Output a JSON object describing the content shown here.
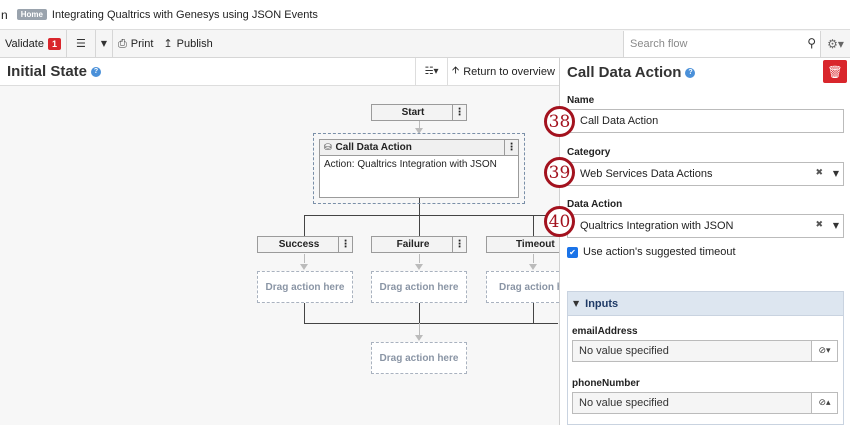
{
  "topbar": {
    "lead": "n",
    "home_badge": "Home",
    "title": "Integrating Qualtrics with Genesys using JSON Events"
  },
  "toolbar": {
    "validate_label": "Validate",
    "validate_count": "1",
    "print_label": "Print",
    "publish_label": "Publish",
    "search_placeholder": "Search flow"
  },
  "left_panel": {
    "title": "Initial State",
    "overview_label": "Return to overview"
  },
  "flow": {
    "start_label": "Start",
    "action_title": "Call Data Action",
    "action_body": "Action: Qualtrics Integration with JSON",
    "branches": [
      "Success",
      "Failure",
      "Timeout"
    ],
    "drop_label": "Drag action here"
  },
  "right_panel": {
    "title": "Call Data Action",
    "name_label": "Name",
    "name_value": "Call Data Action",
    "category_label": "Category",
    "category_value": "Web Services Data Actions",
    "data_action_label": "Data Action",
    "data_action_value": "Qualtrics Integration with JSON",
    "timeout_checkbox_label": "Use action's suggested timeout",
    "timeout_checked": true,
    "inputs_title": "Inputs",
    "params": [
      {
        "name": "emailAddress",
        "value": "No value specified"
      },
      {
        "name": "phoneNumber",
        "value": "No value specified"
      }
    ]
  },
  "callouts": [
    "38",
    "39",
    "40"
  ],
  "colors": {
    "accent_red": "#d9262c",
    "callout_red": "#a3121e",
    "link_blue": "#4a90d9",
    "checkbox_blue": "#1a73e8"
  }
}
